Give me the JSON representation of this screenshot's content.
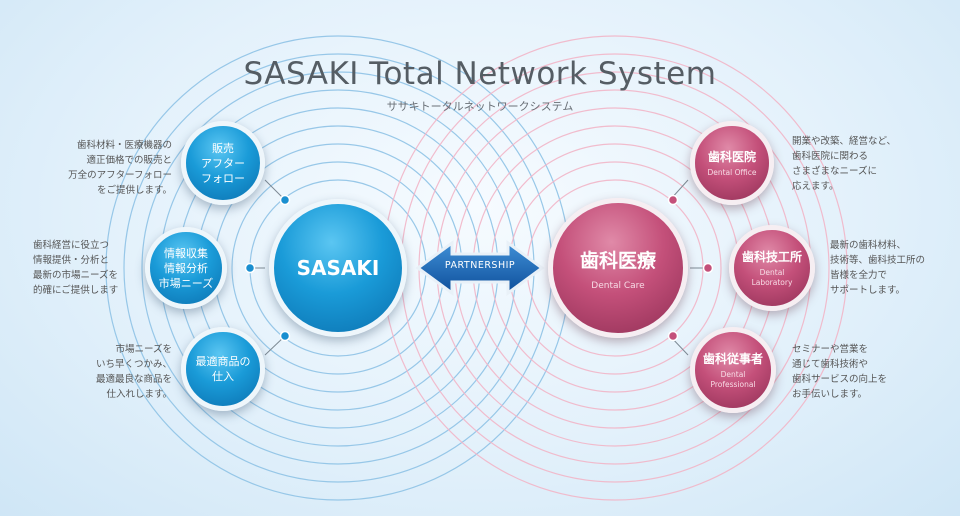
{
  "header": {
    "title": "SASAKI Total Network System",
    "subtitle": "ササキトータルネットワークシステム"
  },
  "colors": {
    "blue": "#1a9bd8",
    "pink": "#c4507a",
    "arrow": "#1b5ea8"
  },
  "left": {
    "center": "SASAKI",
    "satellites": [
      {
        "label": "販売\nアフター\nフォロー",
        "desc": "歯科材料・医療機器の\n適正価格での販売と\n万全のアフターフォロー\nをご提供します。"
      },
      {
        "label": "情報収集\n情報分析\n市場ニーズ",
        "desc": "歯科経営に役立つ\n情報提供・分析と\n最新の市場ニーズを\n的確にご提供します"
      },
      {
        "label": "最適商品の\n仕入",
        "desc": "市場ニーズを\nいち早くつかみ、\n最適最良な商品を\n仕入れします。"
      }
    ]
  },
  "partnership": "PARTNERSHIP",
  "right": {
    "center": {
      "jp": "歯科医療",
      "en": "Dental Care"
    },
    "satellites": [
      {
        "jp": "歯科医院",
        "en": "Dental Office",
        "desc": "開業や改築、経営など、\n歯科医院に関わる\nさまざまなニーズに\n応えます。"
      },
      {
        "jp": "歯科技工所",
        "en": "Dental\nLaboratory",
        "desc": "最新の歯科材料、\n技術等、歯科技工所の\n皆様を全力で\nサポートします。"
      },
      {
        "jp": "歯科従事者",
        "en": "Dental\nProfessional",
        "desc": "セミナーや営業を\n通じて歯科技術や\n歯科サービスの向上を\nお手伝いします。"
      }
    ]
  }
}
